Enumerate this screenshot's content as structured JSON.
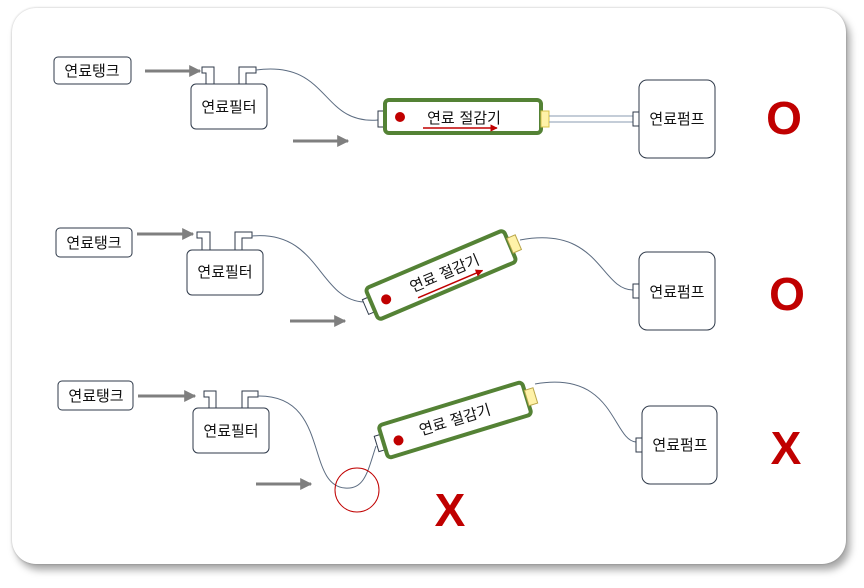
{
  "labels": {
    "fuel_tank": "연료탱크",
    "fuel_filter": "연료필터",
    "fuel_cutoff": "연료 절감기",
    "fuel_pump": "연료펌프"
  },
  "rows": [
    {
      "verdict": "O"
    },
    {
      "verdict": "O"
    },
    {
      "verdict": "X",
      "extra_mark": "X"
    }
  ],
  "colors": {
    "ok_mark": "#c00000",
    "cutoff_border": "#548235",
    "arrow": "#7f7f7f",
    "dot": "#c00000",
    "yellow_fitting": "#fff2a8"
  }
}
